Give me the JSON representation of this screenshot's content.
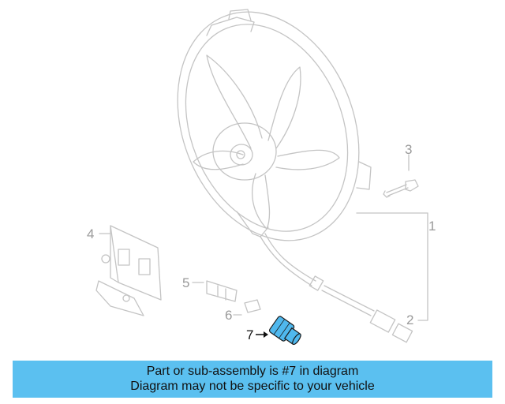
{
  "callouts": {
    "c1": "1",
    "c2": "2",
    "c3": "3",
    "c4": "4",
    "c5": "5",
    "c6": "6",
    "c7": "7"
  },
  "highlight_color": "#4fb8ee",
  "banner": {
    "line1": "Part or sub-assembly is #7 in diagram",
    "line2": "Diagram may not be specific to your vehicle",
    "background": "#5bc0f0"
  }
}
